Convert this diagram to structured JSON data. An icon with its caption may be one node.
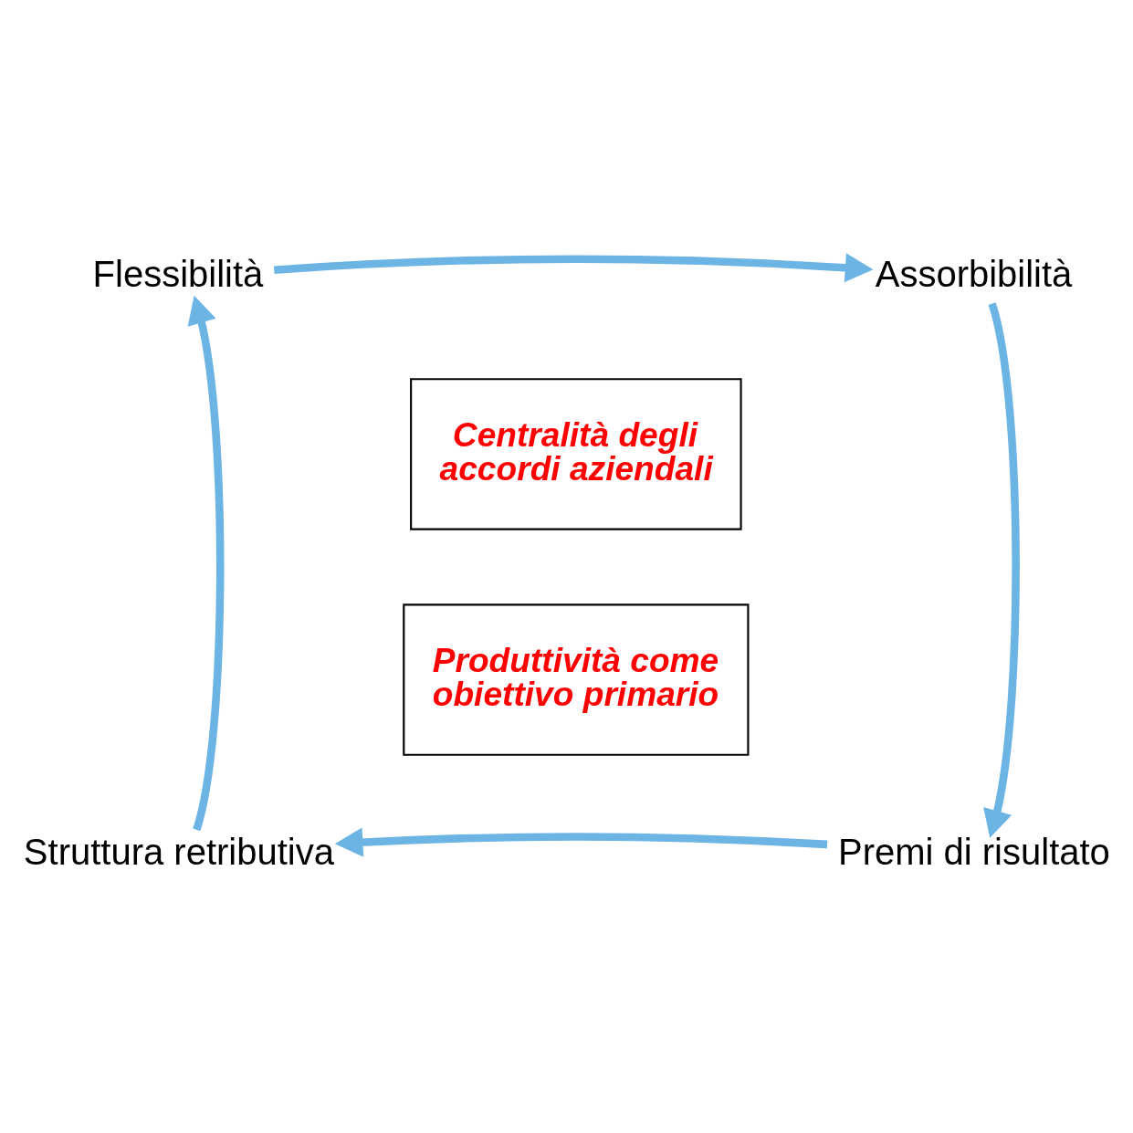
{
  "diagram": {
    "nodes": [
      {
        "text": [
          "Flessibilità"
        ]
      },
      {
        "text": [
          "Assorbibilità"
        ]
      },
      {
        "text": [
          "Premi di risultato"
        ]
      },
      {
        "text": [
          "Struttura retributiva"
        ]
      },
      {
        "text": [
          "Centralità degli accordi aziendali"
        ]
      },
      {
        "text": [
          "Produttività come obiettivo primario"
        ]
      }
    ],
    "edges": [
      {
        "from": 0,
        "to": 1,
        "arrow": "to"
      },
      {
        "from": 1,
        "to": 2,
        "arrow": "to"
      },
      {
        "from": 2,
        "to": 3,
        "arrow": "to"
      },
      {
        "from": 3,
        "to": 0,
        "arrow": "to"
      }
    ]
  }
}
